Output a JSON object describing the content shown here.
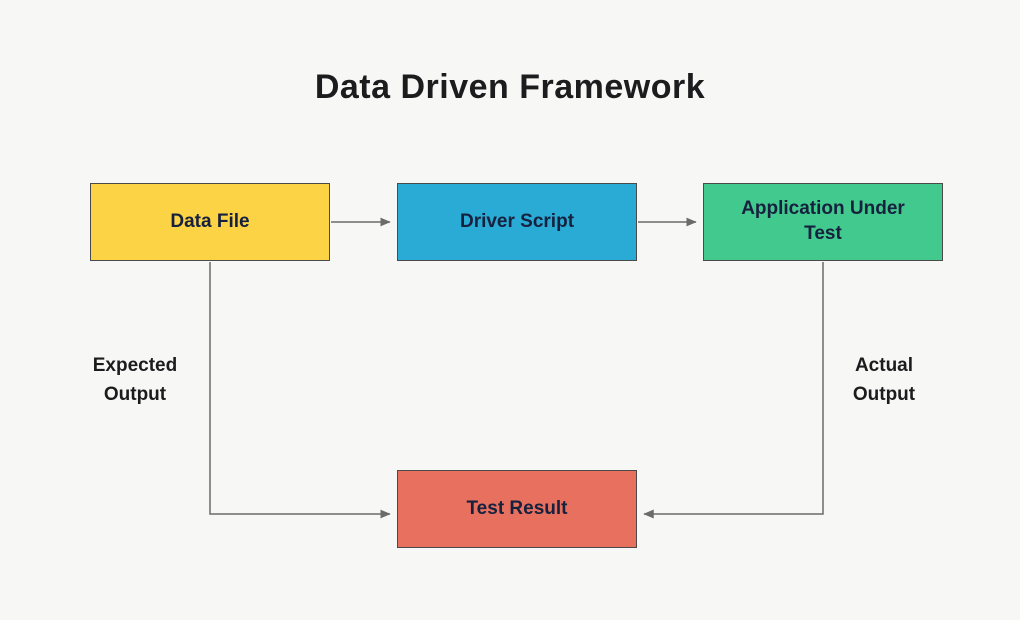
{
  "title": "Data Driven Framework",
  "background": "#f7f7f5",
  "arrow_color": "#6b6b6b",
  "nodes": {
    "data_file": {
      "label": "Data File",
      "color": "#fcd344"
    },
    "driver_script": {
      "label": "Driver Script",
      "color": "#29abd6"
    },
    "application_under_test": {
      "label": "Application Under Test",
      "color": "#41c98e"
    },
    "test_result": {
      "label": "Test Result",
      "color": "#e8705f"
    }
  },
  "edge_labels": {
    "expected_output": "Expected Output",
    "actual_output": "Actual Output"
  }
}
